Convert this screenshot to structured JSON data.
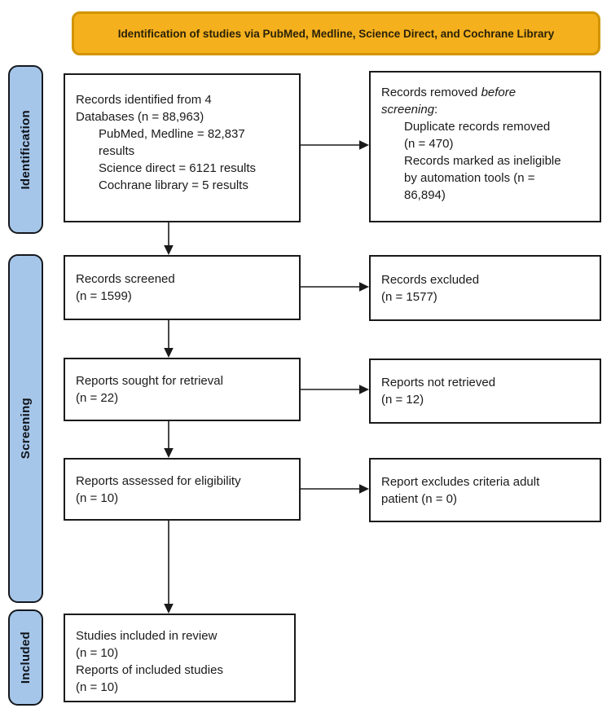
{
  "banner": {
    "label": "Identification of studies via PubMed, Medline, Science Direct, and Cochrane Library"
  },
  "stages": {
    "identification": "Identification",
    "screening": "Screening",
    "included": "Included"
  },
  "boxes": {
    "records_identified": {
      "line1": "Records identified from 4",
      "line2": "Databases (n = 88,963)",
      "sub1a": "PubMed, Medline = 82,837",
      "sub1b": "results",
      "sub2": "Science direct = 6121 results",
      "sub3": "Cochrane library = 5 results"
    },
    "records_removed": {
      "prefix": "Records removed",
      "italic1": "before",
      "italic2": "screening",
      "colon": ":",
      "sub1a": "Duplicate records removed",
      "sub1b": "(n = 470)",
      "sub2a": "Records marked as ineligible",
      "sub2b": "by automation tools (n =",
      "sub2c": "86,894)"
    },
    "records_screened": {
      "line1": "Records screened",
      "line2": "(n = 1599)"
    },
    "records_excluded": {
      "line1": "Records excluded",
      "line2": "(n = 1577)"
    },
    "reports_sought": {
      "line1": "Reports sought for retrieval",
      "line2": "(n = 22)"
    },
    "reports_not_retrieved": {
      "line1": "Reports not retrieved",
      "line2": "(n = 12)"
    },
    "reports_assessed": {
      "line1": "Reports assessed for eligibility",
      "line2": "(n = 10)"
    },
    "reports_excluded": {
      "line1": "Report excludes criteria adult",
      "line2": "patient (n = 0)"
    },
    "studies_included": {
      "line1": "Studies included in review",
      "line2": "(n = 10)",
      "line3": "Reports of included studies",
      "line4": "(n = 10)"
    }
  },
  "colors": {
    "banner_fill": "#F5B01E",
    "banner_border": "#D29400",
    "stage_fill": "#A5C6E9",
    "stage_border": "#15181D",
    "box_border": "#1A1A1A",
    "arrow": "#1A1A1A"
  }
}
